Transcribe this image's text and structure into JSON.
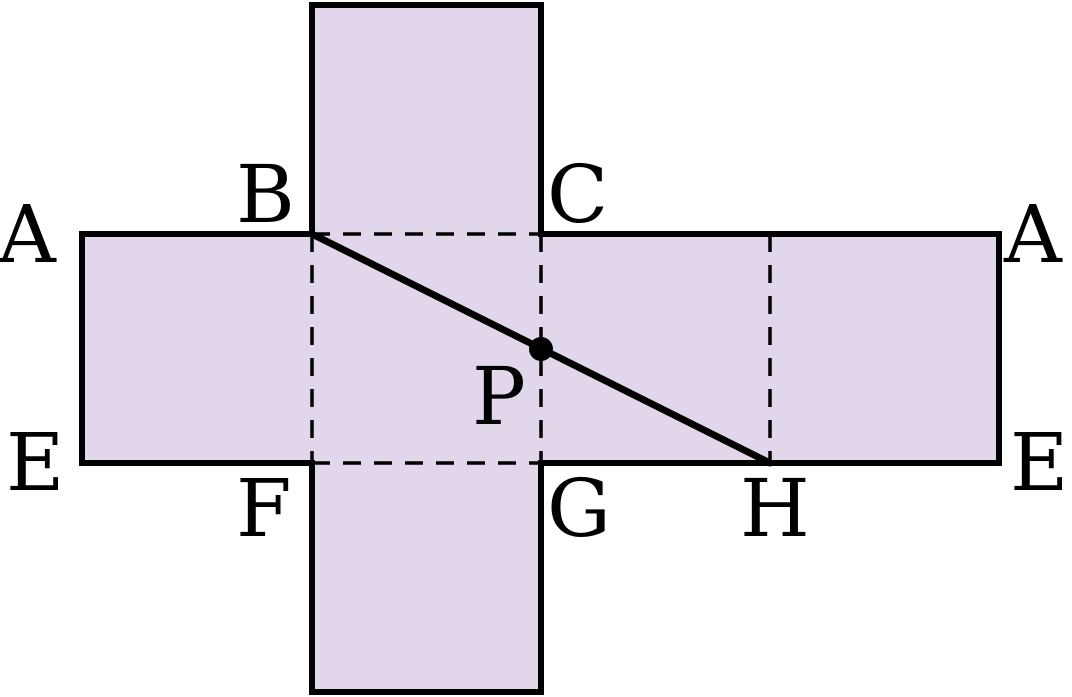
{
  "colors": {
    "face_fill": "#e1d6ea",
    "stroke": "#000000",
    "label": "#000000"
  },
  "labels": {
    "A_left": "A",
    "B": "B",
    "C": "C",
    "A_right": "A",
    "E_left": "E",
    "F": "F",
    "G": "G",
    "H": "H",
    "E_right": "E",
    "P": "P"
  }
}
